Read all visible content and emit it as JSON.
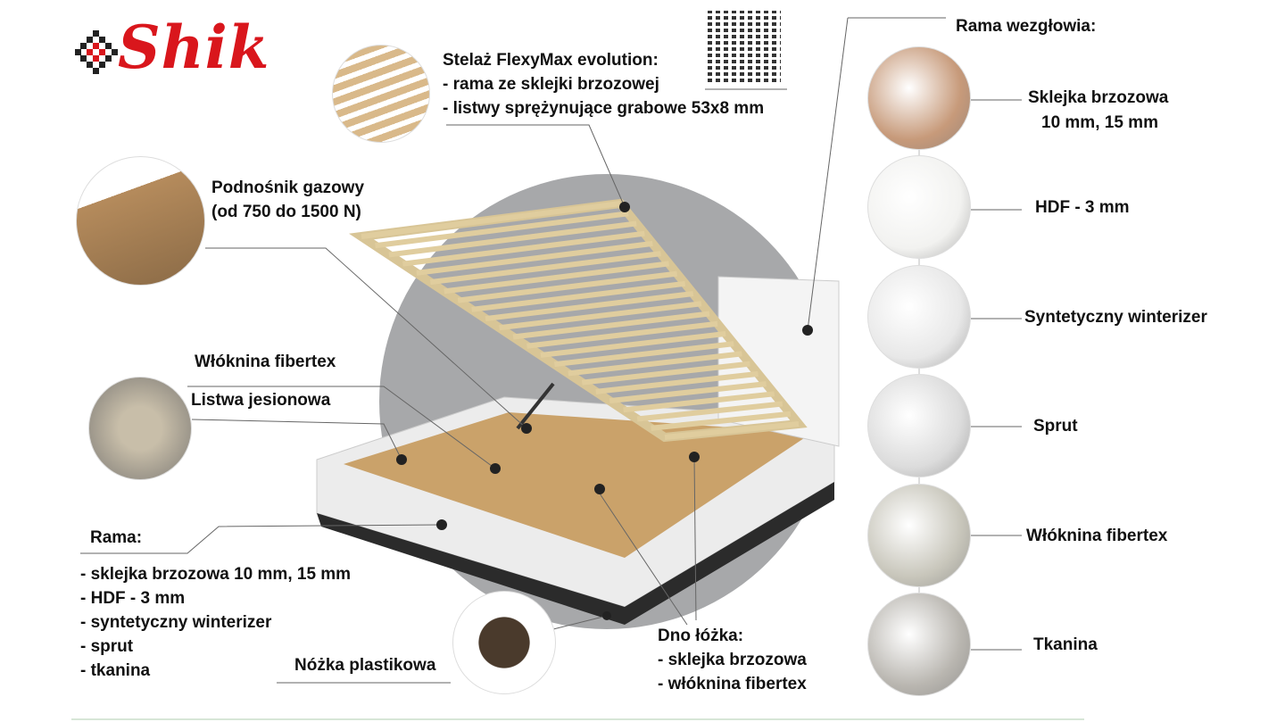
{
  "brand": {
    "logo_text": "Shik",
    "accent": "#d9161c"
  },
  "slats": {
    "title": "Stelaż FlexyMax evolution:",
    "lines": [
      "- rama ze sklejki brzozowej",
      "- listwy sprężynujące grabowe 53x8 mm"
    ]
  },
  "lift": {
    "lines": [
      "Podnośnik gazowy",
      "(od 750 do 1500 N)"
    ]
  },
  "fibertex_label": "Włóknina fibertex",
  "ash_strip_label": "Listwa jesionowa",
  "frame": {
    "title": "Rama:",
    "items": [
      "- sklejka brzozowa 10 mm, 15 mm",
      "- HDF - 3 mm",
      "- syntetyczny winterizer",
      "- sprut",
      "- tkanina"
    ]
  },
  "leg_label": "Nóżka plastikowa",
  "bottom": {
    "title": "Dno łóżka:",
    "items": [
      "- sklejka brzozowa",
      "- włóknina fibertex"
    ]
  },
  "headboard": {
    "title": "Rama wezgłowia:",
    "layers": [
      {
        "label": [
          "Sklejka brzozowa",
          "10 mm, 15 mm"
        ],
        "color": "#c79a7a"
      },
      {
        "label": [
          "HDF - 3 mm"
        ],
        "color": "#f2f2f0"
      },
      {
        "label": [
          "Syntetyczny winterizer"
        ],
        "color": "#e8e8e8"
      },
      {
        "label": [
          "Sprut"
        ],
        "color": "#dcdcdc"
      },
      {
        "label": [
          "Włóknina fibertex"
        ],
        "color": "#c8c6bb"
      },
      {
        "label": [
          "Tkanina"
        ],
        "color": "#b9b6b0"
      }
    ]
  }
}
